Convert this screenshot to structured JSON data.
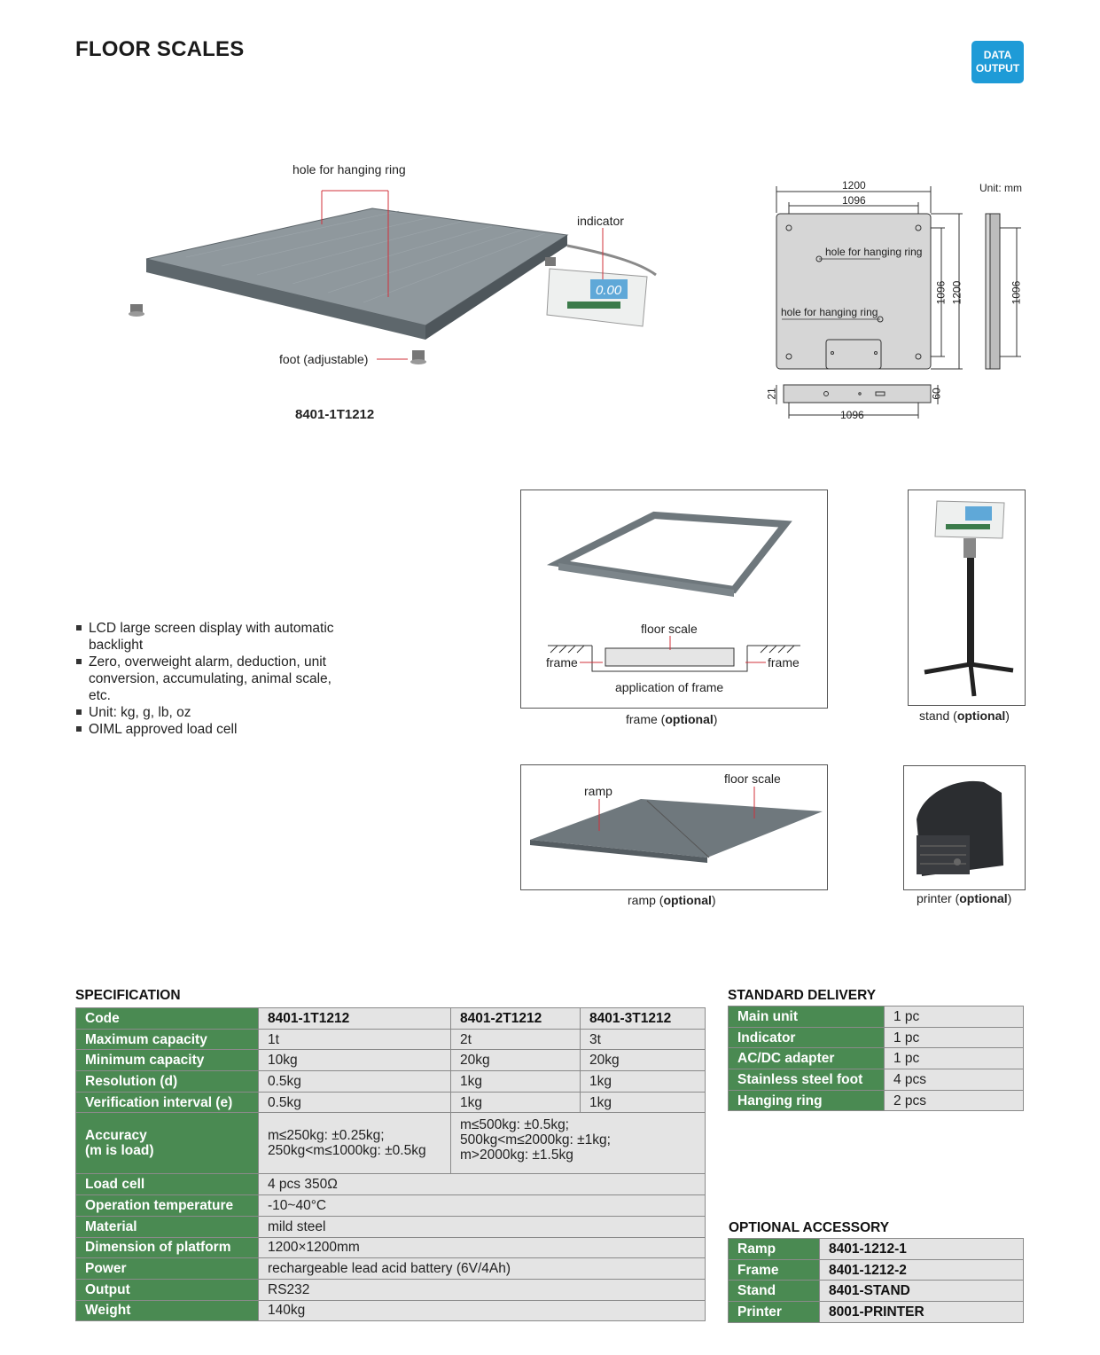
{
  "header": {
    "title": "FLOOR SCALES",
    "badge_line1": "DATA",
    "badge_line2": "OUTPUT"
  },
  "product": {
    "label_hole": "hole for hanging ring",
    "label_indicator": "indicator",
    "label_foot": "foot (adjustable)",
    "model": "8401-1T1212"
  },
  "drawing": {
    "unit": "Unit: mm",
    "dim_1200": "1200",
    "dim_1096": "1096",
    "hole_label": "hole for hanging ring",
    "dim_21": "21",
    "dim_60": "60"
  },
  "features": [
    "LCD large screen display with automatic backlight",
    "Zero, overweight alarm, deduction, unit conversion, accumulating, animal scale, etc.",
    "Unit: kg, g, lb, oz",
    "OIML approved load cell"
  ],
  "accessories": {
    "frame_floor_scale": "floor scale",
    "frame_left": "frame",
    "frame_right": "frame",
    "frame_application": "application of frame",
    "frame_caption_pre": "frame (",
    "frame_caption_bold": "optional",
    "frame_caption_post": ")",
    "stand_caption_pre": "stand (",
    "stand_caption_bold": "optional",
    "stand_caption_post": ")",
    "ramp_label": "ramp",
    "ramp_floor_scale": "floor scale",
    "ramp_caption_pre": "ramp (",
    "ramp_caption_bold": "optional",
    "ramp_caption_post": ")",
    "printer_caption_pre": "printer (",
    "printer_caption_bold": "optional",
    "printer_caption_post": ")"
  },
  "specification": {
    "heading": "SPECIFICATION",
    "code_label": "Code",
    "codes": [
      "8401-1T1212",
      "8401-2T1212",
      "8401-3T1212"
    ],
    "rows3": [
      {
        "label": "Maximum capacity",
        "values": [
          "1t",
          "2t",
          "3t"
        ]
      },
      {
        "label": "Minimum capacity",
        "values": [
          "10kg",
          "20kg",
          "20kg"
        ]
      },
      {
        "label": "Resolution (d)",
        "values": [
          "0.5kg",
          "1kg",
          "1kg"
        ]
      },
      {
        "label": "Verification interval (e)",
        "values": [
          "0.5kg",
          "1kg",
          "1kg"
        ]
      }
    ],
    "accuracy": {
      "label_line1": "Accuracy",
      "label_line2": "(m is load)",
      "col1_line1": "m≤250kg: ±0.25kg;",
      "col1_line2": "250kg<m≤1000kg: ±0.5kg",
      "col2_line1": "m≤500kg: ±0.5kg;",
      "col2_line2": "500kg<m≤2000kg: ±1kg;",
      "col2_line3": "m>2000kg: ±1.5kg"
    },
    "rows1": [
      {
        "label": "Load cell",
        "value": "4 pcs 350Ω"
      },
      {
        "label": "Operation temperature",
        "value": "-10~40°C"
      },
      {
        "label": "Material",
        "value": "mild steel"
      },
      {
        "label": "Dimension of platform",
        "value": "1200×1200mm"
      },
      {
        "label": "Power",
        "value": "rechargeable lead acid battery (6V/4Ah)"
      },
      {
        "label": "Output",
        "value": "RS232"
      },
      {
        "label": "Weight",
        "value": "140kg"
      }
    ]
  },
  "standard_delivery": {
    "heading": "STANDARD DELIVERY",
    "rows": [
      {
        "label": "Main unit",
        "value": "1 pc"
      },
      {
        "label": "Indicator",
        "value": "1 pc"
      },
      {
        "label": "AC/DC adapter",
        "value": "1 pc"
      },
      {
        "label": "Stainless steel foot",
        "value": "4 pcs"
      },
      {
        "label": "Hanging ring",
        "value": "2 pcs"
      }
    ]
  },
  "optional_accessory": {
    "heading": "OPTIONAL ACCESSORY",
    "rows": [
      {
        "label": "Ramp",
        "value": "8401-1212-1"
      },
      {
        "label": "Frame",
        "value": "8401-1212-2"
      },
      {
        "label": "Stand",
        "value": "8401-STAND"
      },
      {
        "label": "Printer",
        "value": "8001-PRINTER"
      }
    ]
  },
  "colors": {
    "table_header": "#4a8a52",
    "table_cell": "#e4e4e4",
    "badge": "#1e9bd7",
    "leader_line": "#d0303a"
  }
}
